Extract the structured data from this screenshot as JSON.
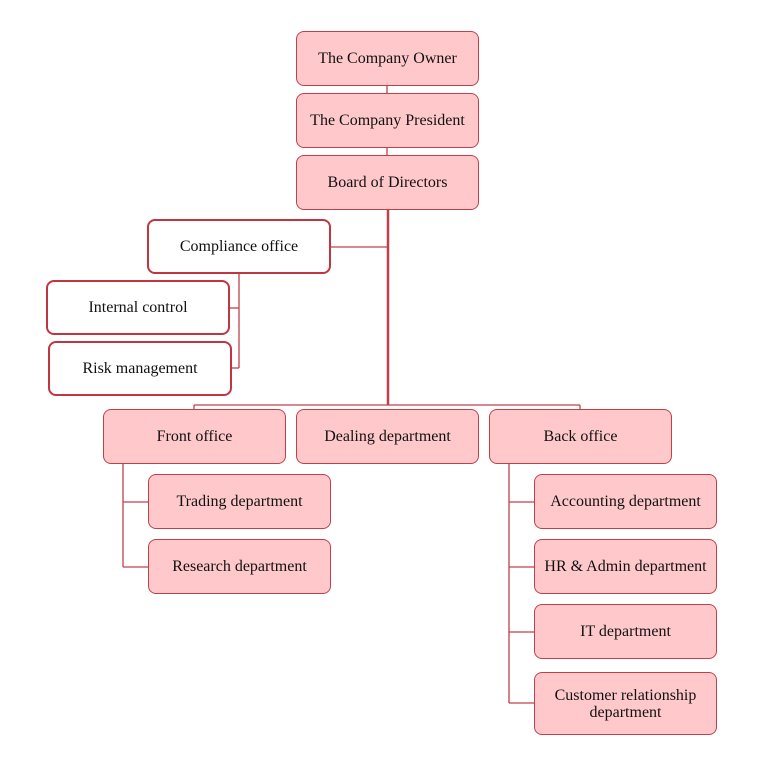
{
  "chart": {
    "nodes": {
      "owner": "The Company Owner",
      "president": "The Company President",
      "board": "Board of Directors",
      "compliance": "Compliance office",
      "internal_control": "Internal control",
      "risk_management": "Risk management",
      "front_office": "Front office",
      "dealing": "Dealing department",
      "back_office": "Back office",
      "trading": "Trading department",
      "research": "Research department",
      "accounting": "Accounting department",
      "hr_admin": "HR & Admin department",
      "it": "IT department",
      "customer_relationship": "Customer relationship department"
    },
    "colors": {
      "box_fill": "#ffc9cc",
      "box_border": "#c0404a",
      "white_fill": "#ffffff",
      "line": "#c0404a"
    }
  }
}
